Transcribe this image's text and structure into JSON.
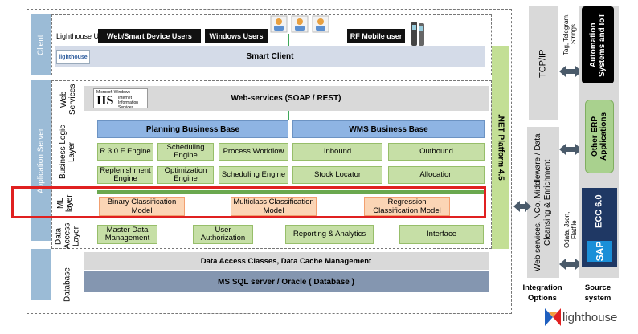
{
  "client": {
    "section_label": "Client",
    "lighthouse_ui": "Lighthouse UI",
    "web_smart": "Web/Smart Device Users",
    "windows_users": "Windows Users",
    "rf_mobile": "RF Mobile user",
    "smart_client": "Smart Client",
    "logo_text": "lighthouse"
  },
  "app_server": {
    "section_label": "Application Server",
    "net_platform": ".NET Platform 4.5",
    "web_services_label": "Web Services",
    "iis": {
      "small": "Microsoft Windows",
      "big": "IIS",
      "sub": "Internet Information Services"
    },
    "web_services_bar": "Web-services (SOAP / REST)",
    "business_logic_label": "Business Logic Layer",
    "planning": "Planning Business Base",
    "wms": "WMS Business Base",
    "bl_row1": [
      "R 3.0 F Engine",
      "Scheduling Engine",
      "Process Workflow",
      "Inbound",
      "Outbound"
    ],
    "bl_row2": [
      "Replenishment Engine",
      "Optimization Engine",
      "Scheduling Engine",
      "Stock Locator",
      "Allocation"
    ],
    "ml_label": "ML layer",
    "ml_models": [
      "Binary Classification Model",
      "Multiclass Classification Model",
      "Regression Classification Model"
    ],
    "dal_label": "Data Access Layer",
    "dal_items": [
      "Master Data Management",
      "User Authorization",
      "Reporting & Analytics",
      "Interface"
    ],
    "dac_bar": "Data Access Classes,  Data Cache Management"
  },
  "database": {
    "section_label": "Database",
    "bar": "MS SQL server / Oracle ( Database )"
  },
  "integration": {
    "tcpip": "TCP/IP",
    "web_services": "Web services, NCo, Middleware / Data Cleansing & Enrichment",
    "caption": "Integration Options"
  },
  "source": {
    "tag": "Tag, Telegram, Strings",
    "automation": "Automation Systems and IoT",
    "other_erp": "Other ERP Applications",
    "odata": "Odata, Json, Flatfile",
    "ecc": "ECC 6.0",
    "sap": "SAP",
    "caption": "Source system"
  },
  "brand": "lighthouse",
  "colors": {
    "highlight": "#e02020",
    "green_bar": "#6aa84f",
    "navy": "#1f3864"
  }
}
